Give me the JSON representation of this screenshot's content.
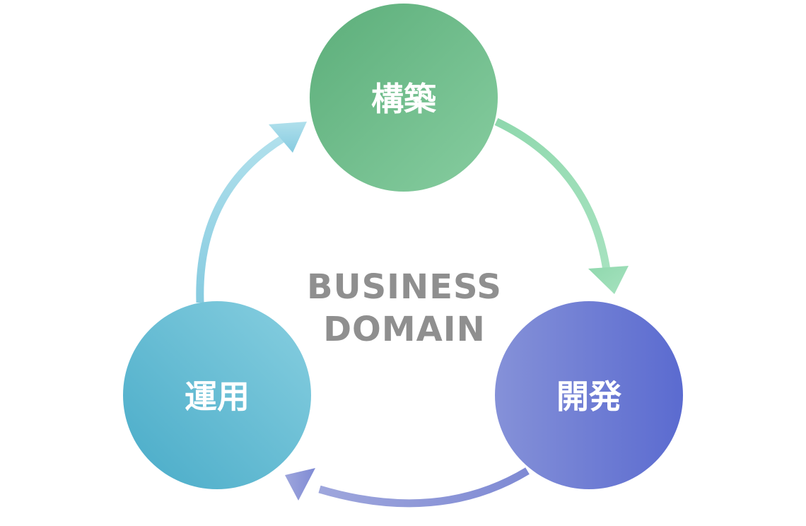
{
  "center": {
    "line1": "BUSINESS",
    "line2": "DOMAIN"
  },
  "nodes": [
    {
      "id": "build",
      "label": "構築",
      "color_from": "#5cae7a",
      "color_to": "#87cda0"
    },
    {
      "id": "develop",
      "label": "開発",
      "color_from": "#8591d8",
      "color_to": "#5b6bd0"
    },
    {
      "id": "operate",
      "label": "運用",
      "color_from": "#48abc8",
      "color_to": "#88cfe0"
    }
  ],
  "arrows": [
    {
      "from": "build",
      "to": "develop",
      "color": "#a6e2bf"
    },
    {
      "from": "develop",
      "to": "operate",
      "color": "#9ea6dc"
    },
    {
      "from": "operate",
      "to": "build",
      "color": "#b0e0ec"
    }
  ],
  "label_color": "#ffffff"
}
